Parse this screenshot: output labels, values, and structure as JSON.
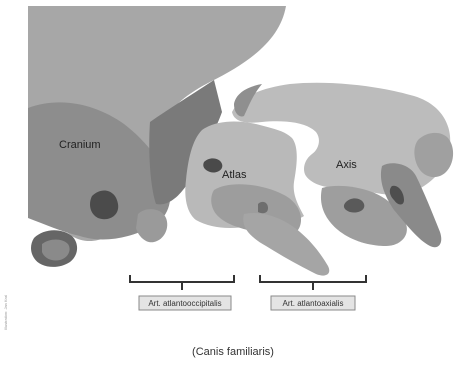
{
  "labels": {
    "cranium": "Cranium",
    "atlas": "Atlas",
    "axis": "Axis"
  },
  "joints": {
    "atlantooccipital": "Art. atlantooccipitalis",
    "atlantoaxial": "Art. atlantoaxialis"
  },
  "caption": "(Canis familiaris)",
  "credit": "Illustration: Jan Kral"
}
